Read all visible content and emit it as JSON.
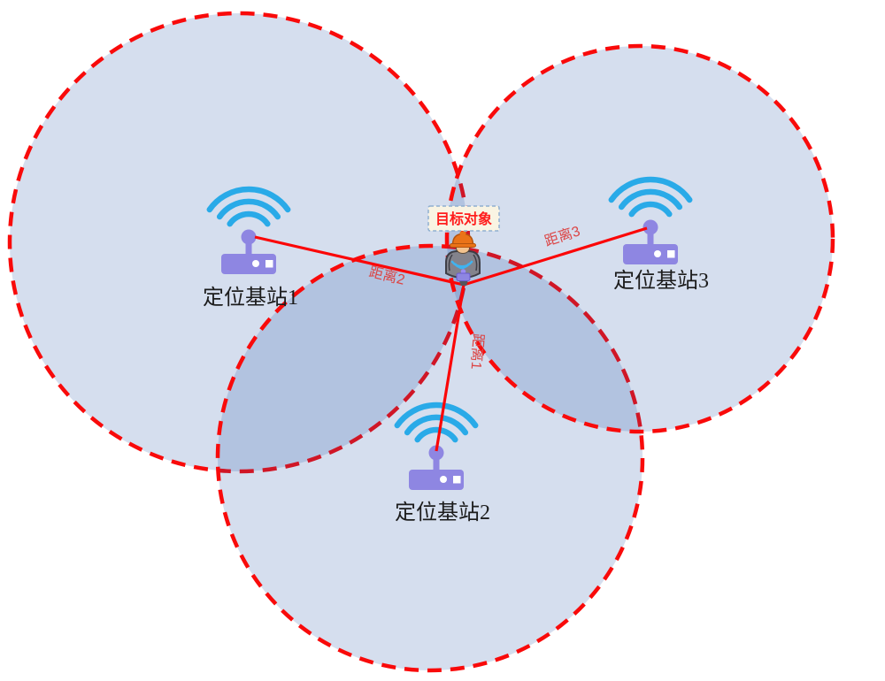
{
  "diagram": {
    "type": "trilateration-positioning-diagram",
    "target": {
      "label": "目标对象"
    },
    "stations": [
      {
        "id": 1,
        "label": "定位基站1"
      },
      {
        "id": 2,
        "label": "定位基站2"
      },
      {
        "id": 3,
        "label": "定位基站3"
      }
    ],
    "distances": [
      {
        "id": 1,
        "label": "距离1",
        "from": "目标对象",
        "to": "定位基站2"
      },
      {
        "id": 2,
        "label": "距离2",
        "from": "目标对象",
        "to": "定位基站1"
      },
      {
        "id": 3,
        "label": "距离3",
        "from": "目标对象",
        "to": "定位基站3"
      }
    ],
    "colors": {
      "range_fill": "#1b4da3",
      "range_fill_opacity": "0.185",
      "range_stroke": "#f90a0a",
      "distance_line": "#fb0607",
      "wifi_blue": "#29aae8",
      "router_purple": "#8e86e2",
      "station_label": "#1c1c1c",
      "distance_label": "#dc4545",
      "target_label_text": "#ff1d1d",
      "target_box_bg": "#f9f4e3",
      "target_box_border": "#8fafd0",
      "helmet_orange": "#ea7318",
      "background": "#ffffff"
    }
  }
}
